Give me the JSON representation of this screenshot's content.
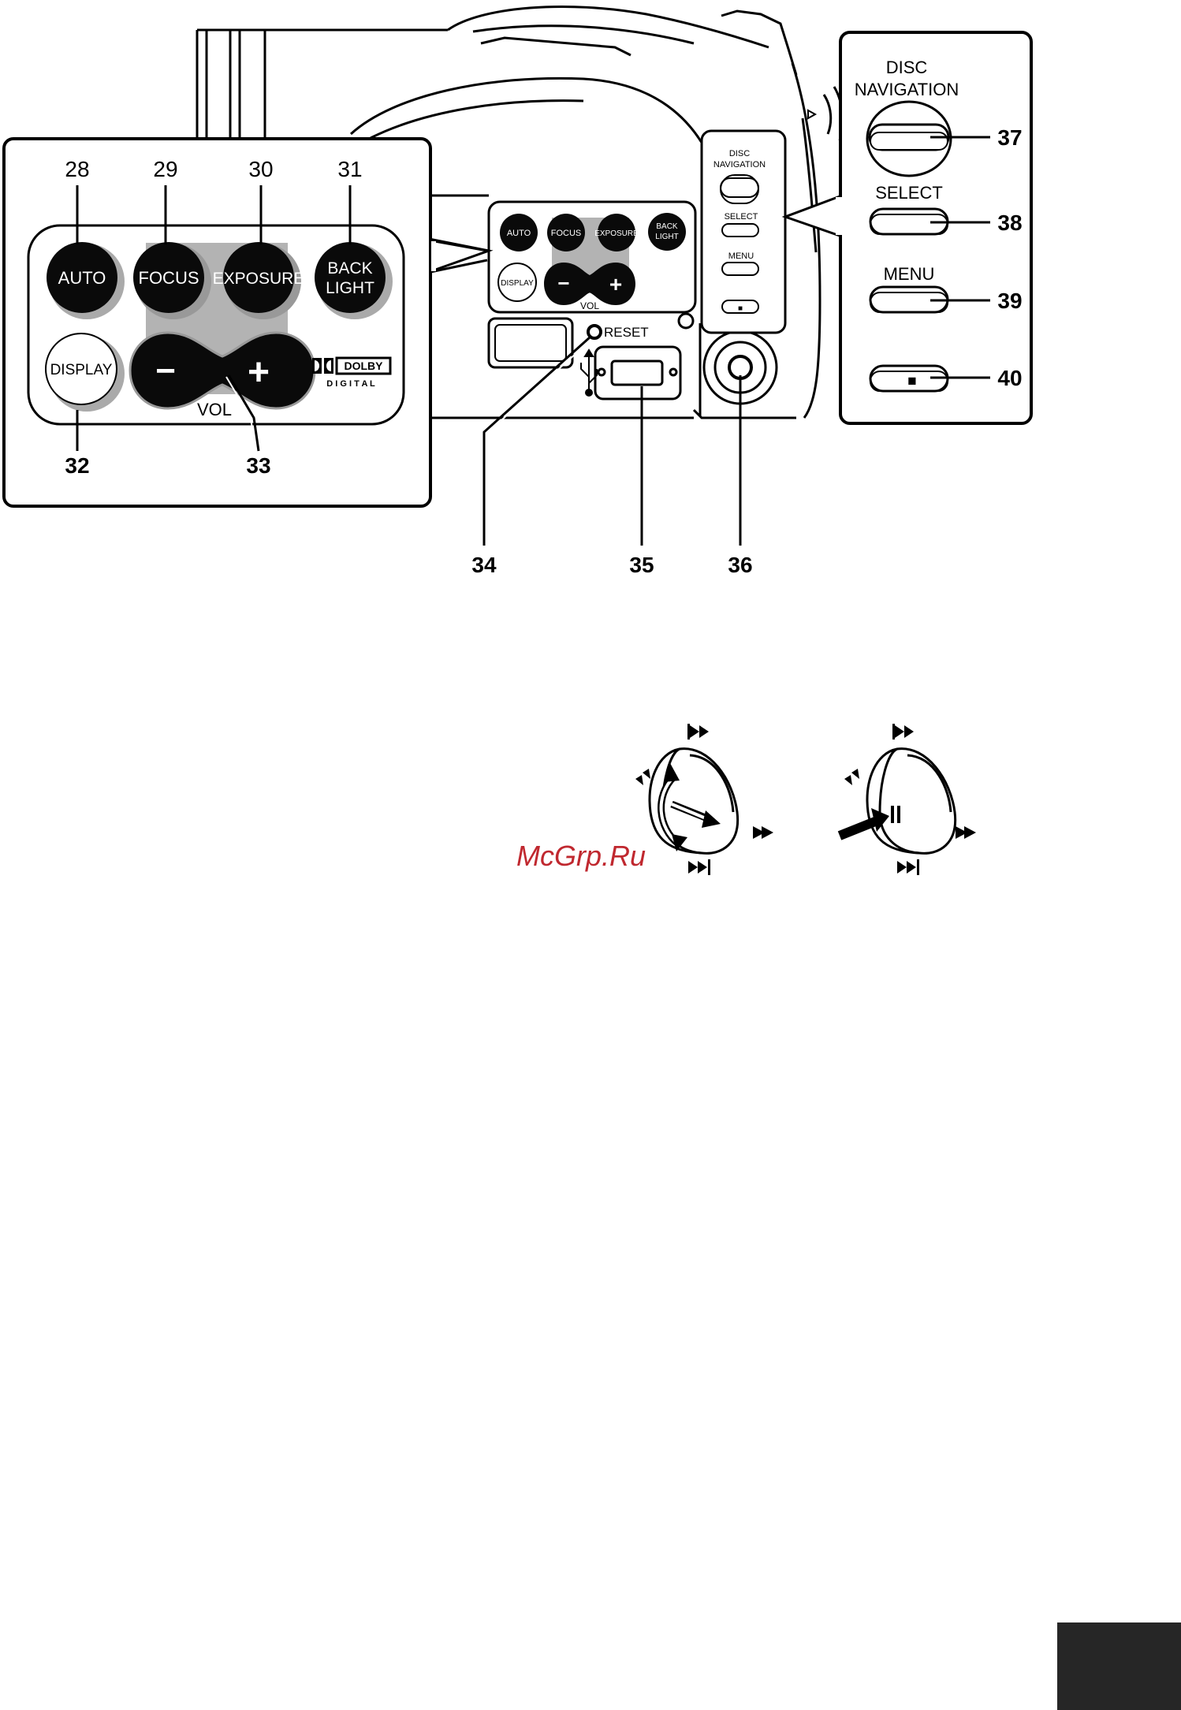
{
  "callouts": {
    "n28": "28",
    "n29": "29",
    "n30": "30",
    "n31": "31",
    "n32": "32",
    "n33": "33",
    "n34": "34",
    "n35": "35",
    "n36": "36",
    "n37": "37",
    "n38": "38",
    "n39": "39",
    "n40": "40"
  },
  "left_panel": {
    "auto": "AUTO",
    "focus": "FOCUS",
    "exposure": "EXPOSURE",
    "back": "BACK",
    "light": "LIGHT",
    "display": "DISPLAY",
    "minus": "−",
    "plus": "+",
    "vol": "VOL",
    "dolby": "DOLBY",
    "digital": "D I G I T A L"
  },
  "right_panel": {
    "disc": "DISC",
    "navigation": "NAVIGATION",
    "select": "SELECT",
    "menu": "MENU",
    "stop": "■"
  },
  "camera": {
    "auto": "AUTO",
    "focus": "FOCUS",
    "exposure": "EXPOSURE",
    "back": "BACK",
    "light": "LIGHT",
    "display": "DISPLAY",
    "minus": "−",
    "plus": "+",
    "vol": "VOL",
    "reset": "RESET",
    "disc": "DISC",
    "navigation": "NAVIGATION",
    "select": "SELECT",
    "menu": "MENU",
    "stop": "■"
  },
  "watermark": "McGrp.Ru",
  "colors": {
    "ink": "#000000",
    "button_dark": "#0a0a0a",
    "vol_background": "#b3b3b3",
    "watermark": "#c0282f",
    "tab": "#262626"
  }
}
